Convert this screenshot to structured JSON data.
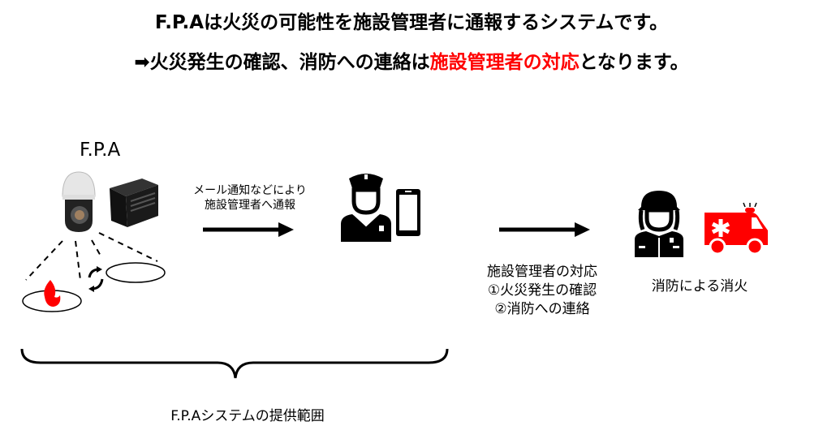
{
  "header": {
    "line1": "F.P.Aは火災の可能性を施設管理者に通報するシステムです。",
    "line2_prefix": "➡火災発生の確認、消防への連絡は",
    "line2_highlight": "施設管理者の対応",
    "line2_suffix": "となります。"
  },
  "fpa": {
    "label": "F.P.A"
  },
  "notify": {
    "line1": "メール通知などにより",
    "line2": "施設管理者へ通報"
  },
  "manager_response": {
    "title": "施設管理者の対応",
    "step1": "①火災発生の確認",
    "step2": "②消防への連絡"
  },
  "fire_dept": {
    "label": "消防による消火"
  },
  "scope": {
    "label": "F.P.Aシステムの提供範囲"
  },
  "colors": {
    "highlight": "#ff0000",
    "fire": "#ff0000",
    "ambulance": "#ff0000"
  }
}
